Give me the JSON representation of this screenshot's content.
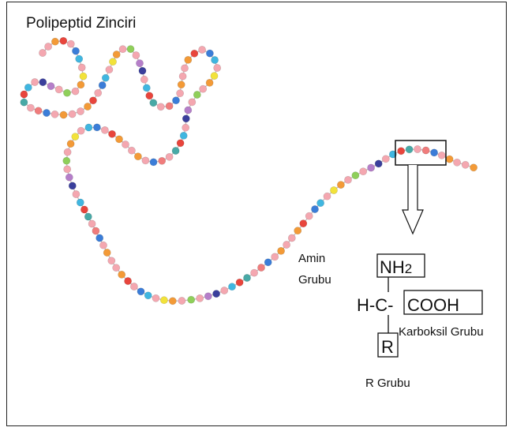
{
  "diagram": {
    "title": "Polipeptid Zinciri",
    "labels": {
      "amin_line1": "Amin",
      "amin_line2": "Grubu",
      "nh2": "NH",
      "nh2_sub": "2",
      "hc": "H-C-",
      "cooh": "COOH",
      "karboksil": "Karboksil Grubu",
      "r": "R",
      "r_grubu": "R Grubu"
    },
    "bead_colors": [
      "#f4a7b0",
      "#e8453c",
      "#f39a37",
      "#3b7dd8",
      "#40b6e0",
      "#f2e23a",
      "#8fcf5a",
      "#b57ec9",
      "#3a3f9c",
      "#48a9a6",
      "#f07c7c"
    ]
  }
}
